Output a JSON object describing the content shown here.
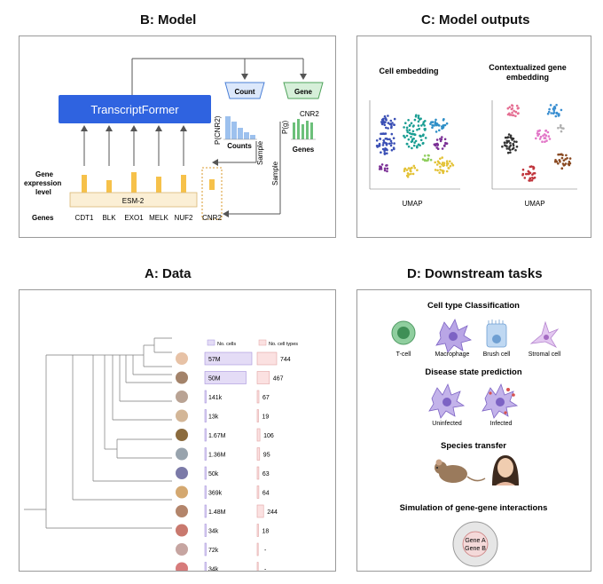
{
  "panels": {
    "b": {
      "title": "B: Model",
      "model_name": "TranscriptFormer",
      "count_head": "Count",
      "gene_head": "Gene",
      "counts_axis": "P(CNR2)",
      "counts_label": "Counts",
      "genes_axis": "P(g)",
      "genes_top": "CNR2",
      "genes_label": "Genes",
      "sample_left": "Sample",
      "sample_right": "Sample",
      "gene_expression_label": [
        "Gene",
        "expression",
        "level"
      ],
      "embedding_label": "ESM-2",
      "genes_row_label": "Genes",
      "genes": [
        "CDT1",
        "BLK",
        "EXO1",
        "MELK",
        "NUF2",
        "CNR2"
      ]
    },
    "c": {
      "title": "C: Model outputs",
      "left_title": "Cell embedding",
      "right_title_lines": [
        "Contextualized gene",
        "embedding"
      ],
      "axis_label_left": "UMAP",
      "axis_label_right": "UMAP"
    },
    "a": {
      "title": "A: Data",
      "legend_cells": "No. cells",
      "legend_types": "No. cell types",
      "species_icons": [
        "human-icon",
        "mouse-icon",
        "rabbit-icon",
        "chicken-icon",
        "frog-icon",
        "fish-icon",
        "sponge-icon",
        "worm-icon",
        "lamprey-icon",
        "coral-icon",
        "yeast-icon",
        "protist-icon"
      ],
      "rows": [
        {
          "cells": "57M",
          "types": "744",
          "cells_value": 57000000,
          "types_value": 744
        },
        {
          "cells": "50M",
          "types": "467",
          "cells_value": 50000000,
          "types_value": 467
        },
        {
          "cells": "141k",
          "types": "67",
          "cells_value": 141000,
          "types_value": 67
        },
        {
          "cells": "13k",
          "types": "19",
          "cells_value": 13000,
          "types_value": 19
        },
        {
          "cells": "1.67M",
          "types": "106",
          "cells_value": 1670000,
          "types_value": 106
        },
        {
          "cells": "1.36M",
          "types": "95",
          "cells_value": 1360000,
          "types_value": 95
        },
        {
          "cells": "50k",
          "types": "63",
          "cells_value": 50000,
          "types_value": 63
        },
        {
          "cells": "369k",
          "types": "64",
          "cells_value": 369000,
          "types_value": 64
        },
        {
          "cells": "1.48M",
          "types": "244",
          "cells_value": 1480000,
          "types_value": 244
        },
        {
          "cells": "34k",
          "types": "18",
          "cells_value": 34000,
          "types_value": 18
        },
        {
          "cells": "72k",
          "types": "-",
          "cells_value": 72000,
          "types_value": 0
        },
        {
          "cells": "34k",
          "types": "-",
          "cells_value": 34000,
          "types_value": 0
        }
      ]
    },
    "d": {
      "title": "D: Downstream tasks",
      "sec1": "Cell type Classification",
      "cell_types": [
        "T-cell",
        "Macrophage",
        "Brush cell",
        "Stromal cell"
      ],
      "sec2": "Disease state prediction",
      "states": [
        "Uninfected",
        "Infected"
      ],
      "sec3": "Species transfer",
      "sec4": "Simulation of gene-gene interactions",
      "gene_a": "Gene A",
      "gene_b": "Gene B"
    }
  },
  "colors": {
    "transformer_blue": "#2f63e0",
    "orange_bar": "#f6c14a",
    "esm_fill": "#fbefd5",
    "counts_blue": "#9dc1ee",
    "genes_green": "#6cc07a",
    "cells_bar": "#e4dcf6",
    "types_bar": "#fbe1e1"
  }
}
